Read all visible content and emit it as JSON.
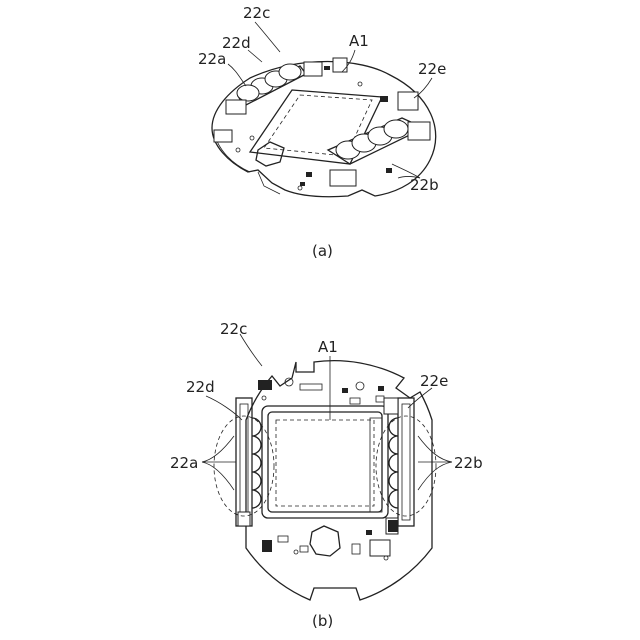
{
  "figure_a": {
    "caption": "(a)",
    "labels": {
      "c": "22c",
      "d": "22d",
      "a": "22a",
      "a1": "A1",
      "e": "22e",
      "b": "22b"
    }
  },
  "figure_b": {
    "caption": "(b)",
    "labels": {
      "c": "22c",
      "a1": "A1",
      "d": "22d",
      "e": "22e",
      "a": "22a",
      "b": "22b"
    }
  }
}
